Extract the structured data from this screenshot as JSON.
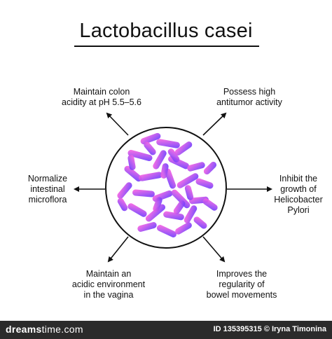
{
  "title": "Lactobacillus casei",
  "benefits": {
    "top_left": [
      "Maintain colon",
      "acidity at pH 5.5–5.6"
    ],
    "top_right": [
      "Possess high",
      "antitumor activity"
    ],
    "left": [
      "Normalize",
      "intestinal",
      "microflora"
    ],
    "right": [
      "Inhibit the",
      "growth of",
      "Helicobacter",
      "Pylori"
    ],
    "bottom_left": [
      "Maintain an",
      "acidic environment",
      "in the vagina"
    ],
    "bottom_right": [
      "Improves the",
      "regularity of",
      "bowel movements"
    ]
  },
  "footer": {
    "brand_bold": "dreams",
    "brand_rest": "time.com",
    "credit": "ID 135395315 © Iryna Timonina"
  },
  "colors": {
    "bacteria_light": "#ff66e0",
    "bacteria_dark": "#6a3dff",
    "text": "#111111",
    "footer_bg": "#2b2b2b"
  }
}
